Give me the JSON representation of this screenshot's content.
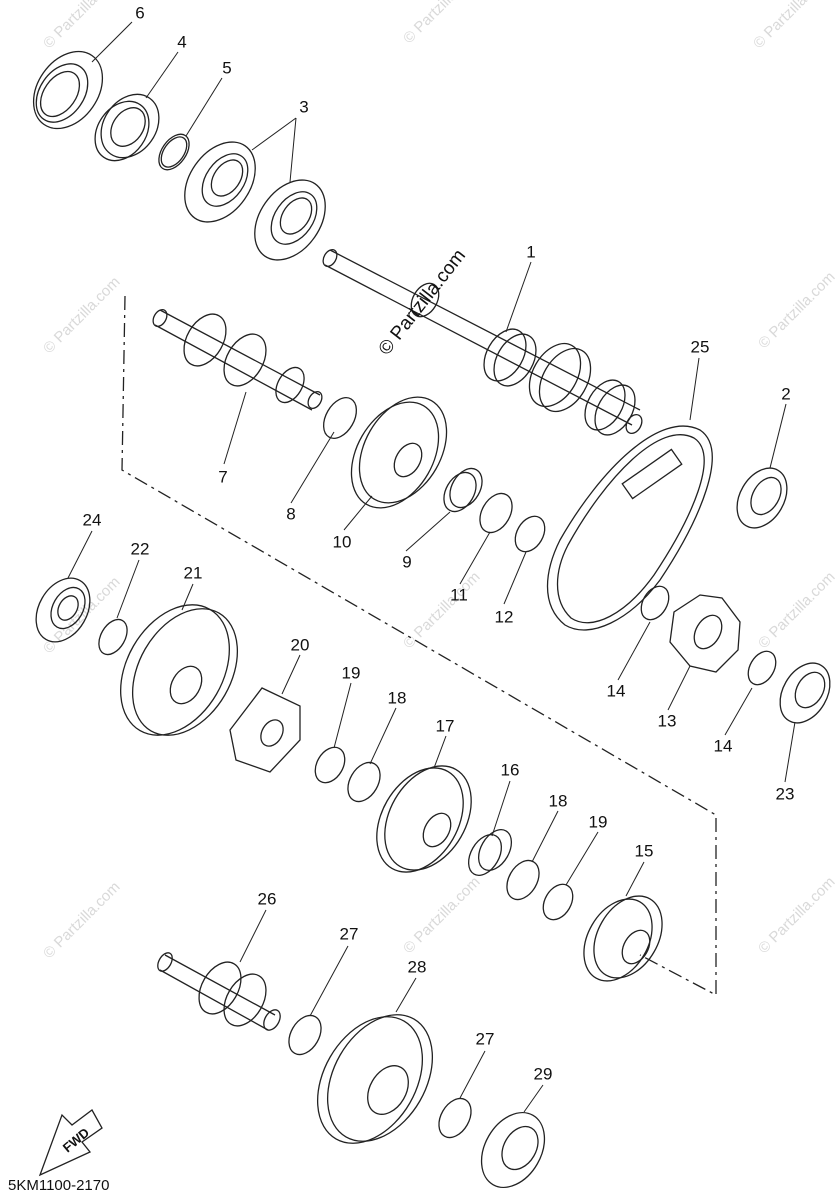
{
  "diagram": {
    "callouts": [
      "1",
      "2",
      "3",
      "4",
      "5",
      "6",
      "7",
      "8",
      "9",
      "10",
      "11",
      "12",
      "13",
      "14",
      "14",
      "15",
      "16",
      "17",
      "18",
      "18",
      "19",
      "19",
      "20",
      "21",
      "22",
      "23",
      "24",
      "25",
      "26",
      "27",
      "27",
      "28",
      "29"
    ],
    "watermark": "© Partzilla.com",
    "center_watermark": "© Partzilla.com",
    "fwd_label": "FWD",
    "diagram_code": "5KM1100-2170"
  }
}
